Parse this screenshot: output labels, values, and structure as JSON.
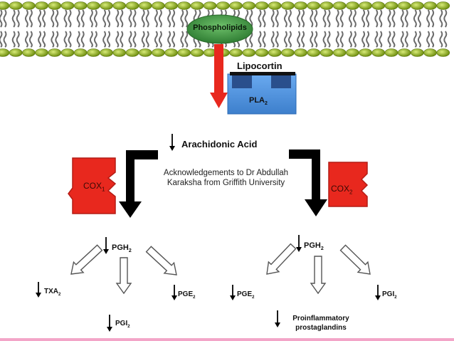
{
  "membrane": {
    "label": "Phospholipids"
  },
  "enzyme": {
    "inhibitor": "Lipocortin",
    "name": "PLA",
    "sub": "2"
  },
  "substrate": {
    "label": "Arachidonic Acid"
  },
  "credit": {
    "line1": "Acknowledgements to Dr Abdullah",
    "line2": "Karaksha from Griffith University"
  },
  "cox1": {
    "name": "COX",
    "sub": "1"
  },
  "cox2": {
    "name": "COX",
    "sub": "2"
  },
  "left": {
    "pgh": {
      "name": "PGH",
      "sub": "2"
    },
    "txa": {
      "name": "TXA",
      "sub": "2"
    },
    "pgi": {
      "name": "PGI",
      "sub": "2"
    },
    "pge": {
      "name": "PGE",
      "sub": "2"
    }
  },
  "right": {
    "pgh": {
      "name": "PGH",
      "sub": "2"
    },
    "pge": {
      "name": "PGE",
      "sub": "2"
    },
    "pgi": {
      "name": "PGI",
      "sub": "2"
    },
    "prost_line1": "Proinflammatory",
    "prost_line2": "prostaglandins"
  },
  "colors": {
    "lipid_head": "#8fb41a",
    "enzyme_blue": "#4a8fd6",
    "cox_red": "#e8281e",
    "arrow_red": "#e8281e",
    "divider": "#f3a5c8"
  }
}
